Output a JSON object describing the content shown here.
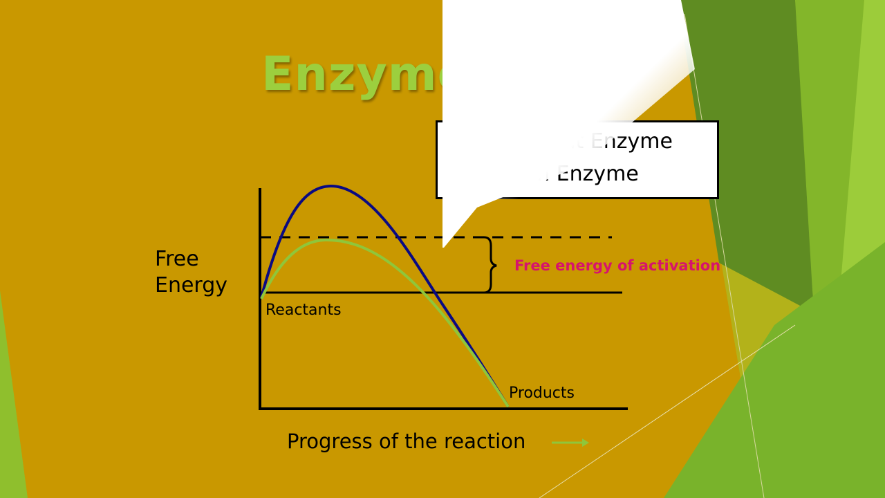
{
  "title": "Enzyme",
  "legend": {
    "without_enzyme": "Without Enzyme",
    "with_enzyme": "With Enzyme"
  },
  "axes": {
    "y_label_line1": "Free",
    "y_label_line2": "Energy",
    "x_label": "Progress of the reaction"
  },
  "labels": {
    "reactants": "Reactants",
    "products": "Products",
    "activation": "Free energy of activation"
  },
  "colors": {
    "background": "#c99800",
    "without_enzyme_curve": "#0a0a82",
    "with_enzyme_curve": "#8fc63a",
    "activation_label": "#d6146c",
    "title": "#9ccf3e"
  }
}
